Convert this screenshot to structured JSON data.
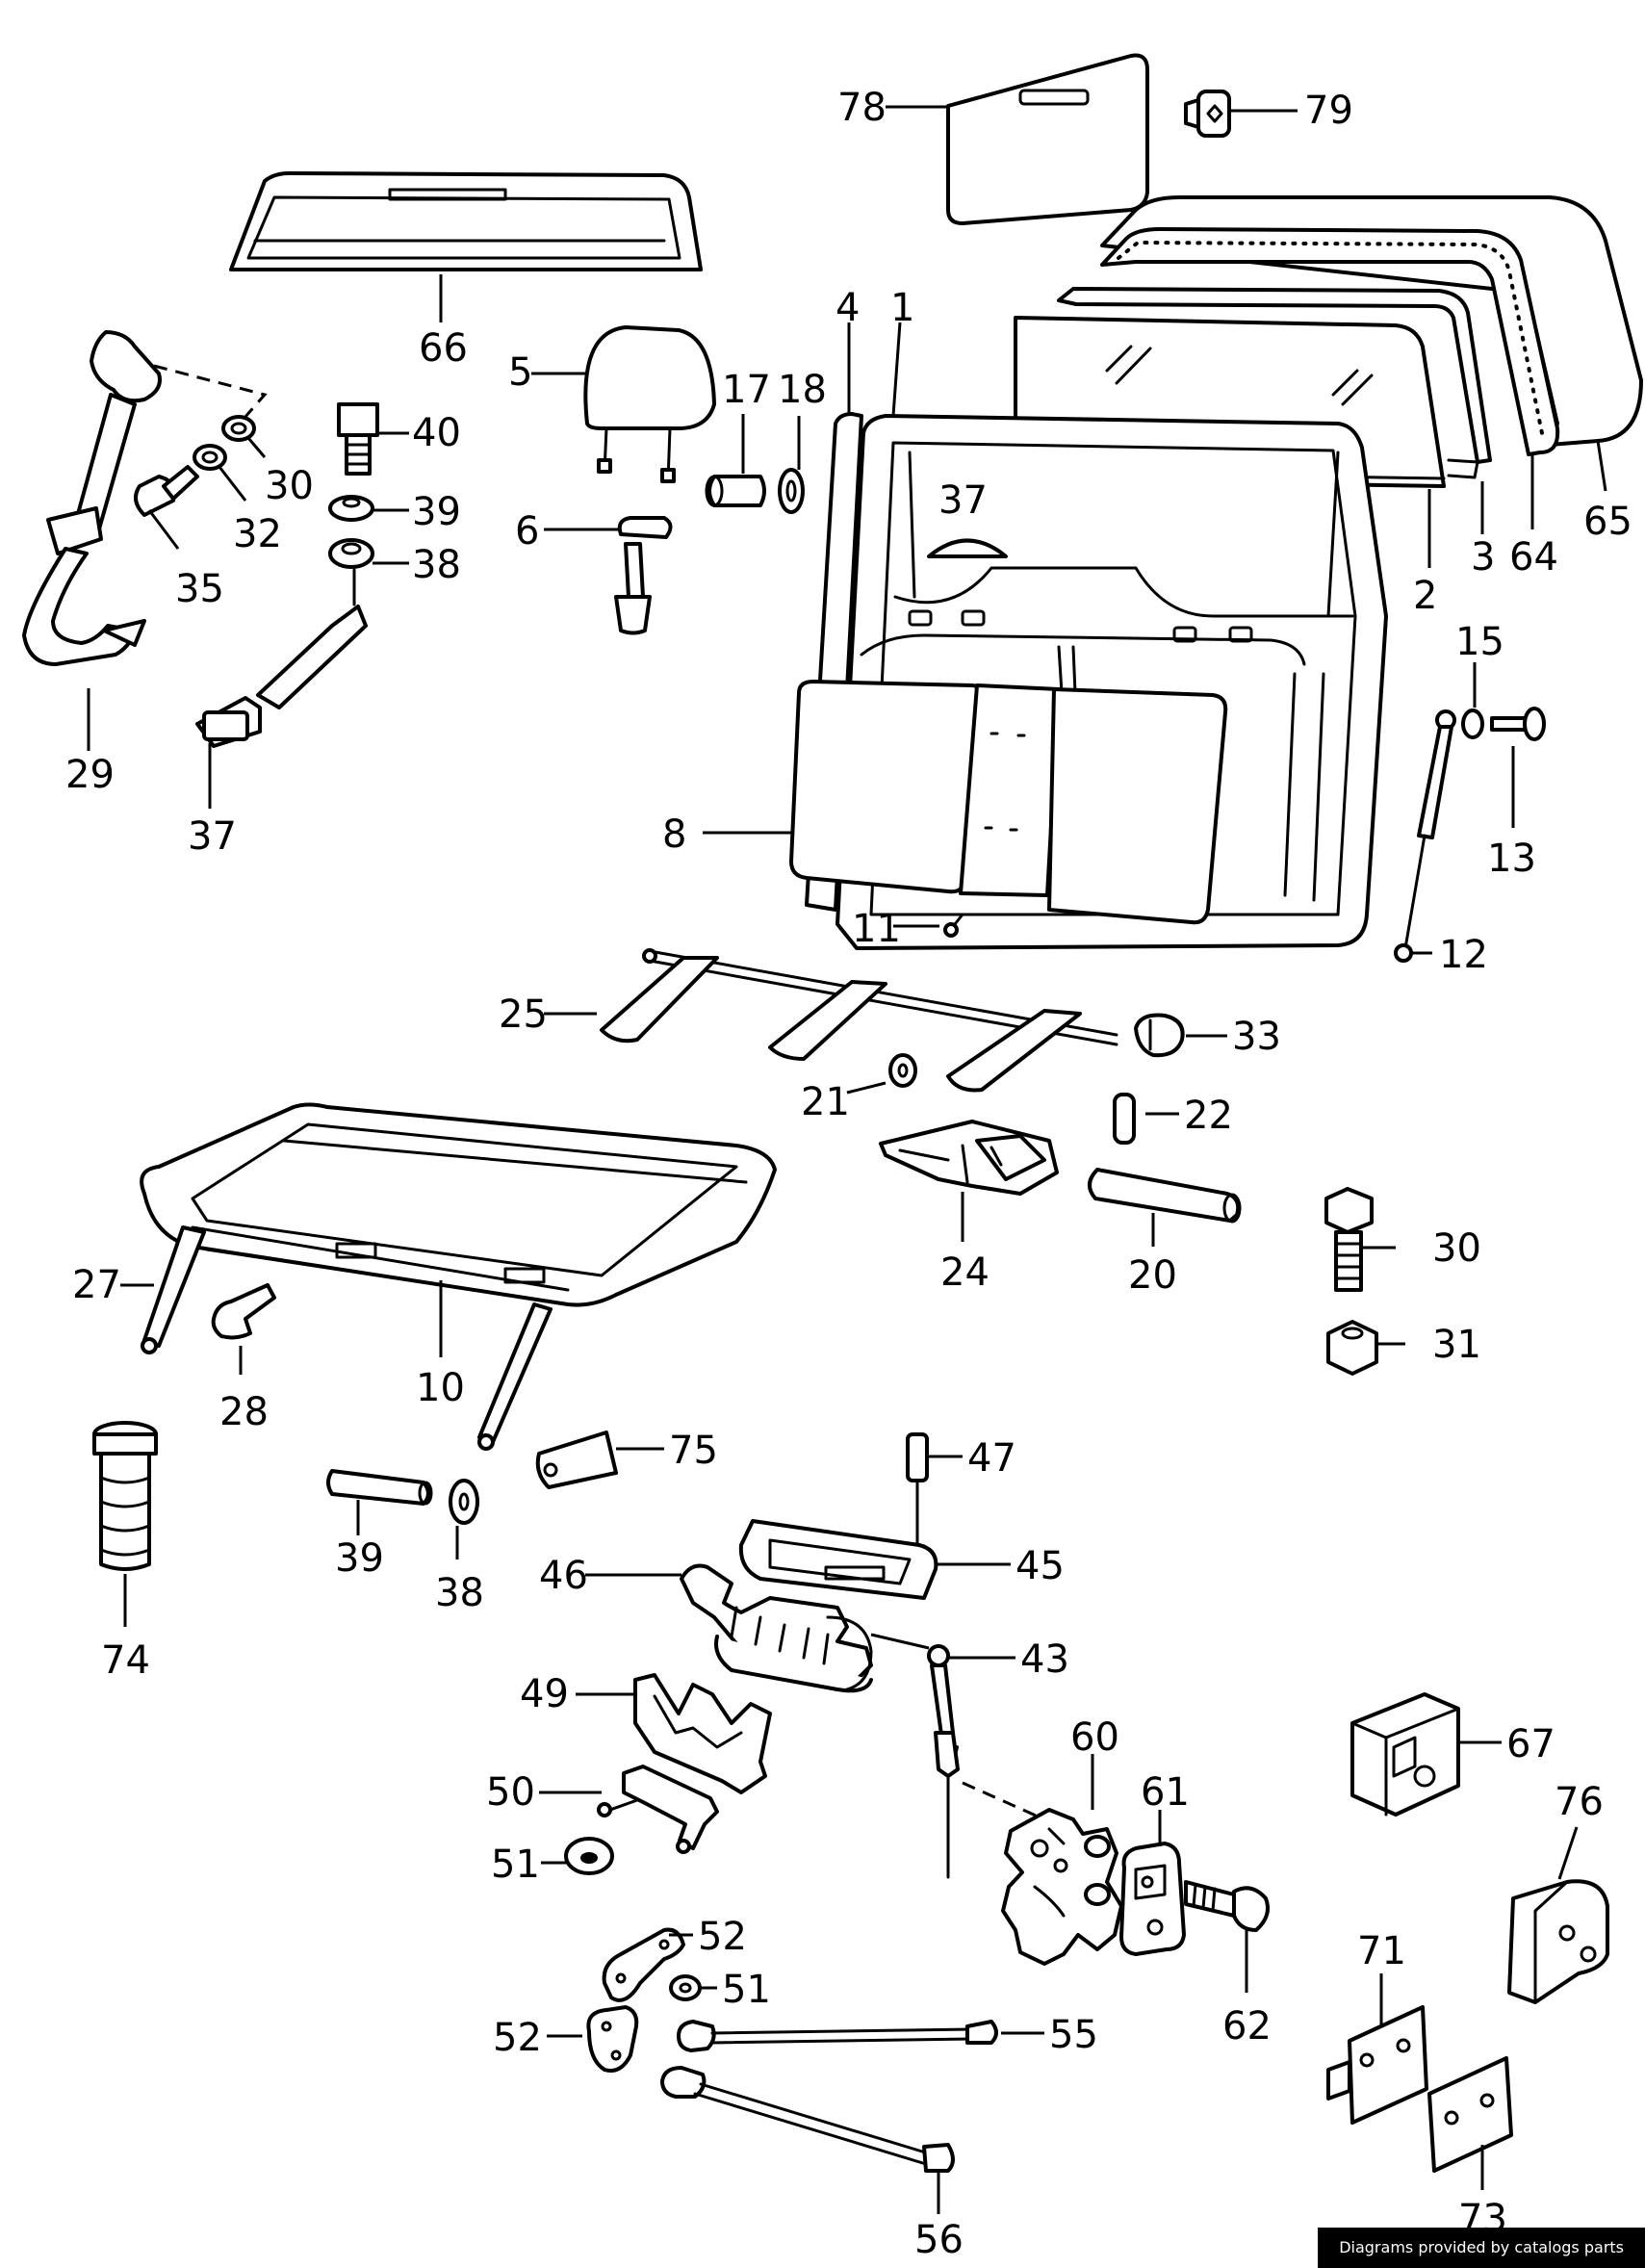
{
  "callouts": {
    "c78": "78",
    "c79": "79",
    "c66": "66",
    "c65": "65",
    "c64": "64",
    "c4": "4",
    "c1": "1",
    "c5": "5",
    "c17": "17",
    "c18": "18",
    "c40": "40",
    "c30a": "30",
    "c32": "32",
    "c35": "35",
    "c39a": "39",
    "c38a": "38",
    "c29": "29",
    "c37a": "37",
    "c6": "6",
    "c37b": "37",
    "c2": "2",
    "c3": "3",
    "c15": "15",
    "c13": "13",
    "c12": "12",
    "c8": "8",
    "c11": "11",
    "c25": "25",
    "c33": "33",
    "c21": "21",
    "c22": "22",
    "c24": "24",
    "c20": "20",
    "c30b": "30",
    "c31": "31",
    "c27": "27",
    "c28": "28",
    "c10": "10",
    "c75": "75",
    "c74": "74",
    "c39b": "39",
    "c38b": "38",
    "c47": "47",
    "c46": "46",
    "c45": "45",
    "c43": "43",
    "c49": "49",
    "c60": "60",
    "c67": "67",
    "c50": "50",
    "c61": "61",
    "c76": "76",
    "c51a": "51",
    "c62": "62",
    "c52a": "52",
    "c51b": "51",
    "c71": "71",
    "c52b": "52",
    "c55": "55",
    "c56": "56",
    "c73": "73"
  },
  "footer": {
    "credit": "Diagrams provided by catalogs parts"
  }
}
